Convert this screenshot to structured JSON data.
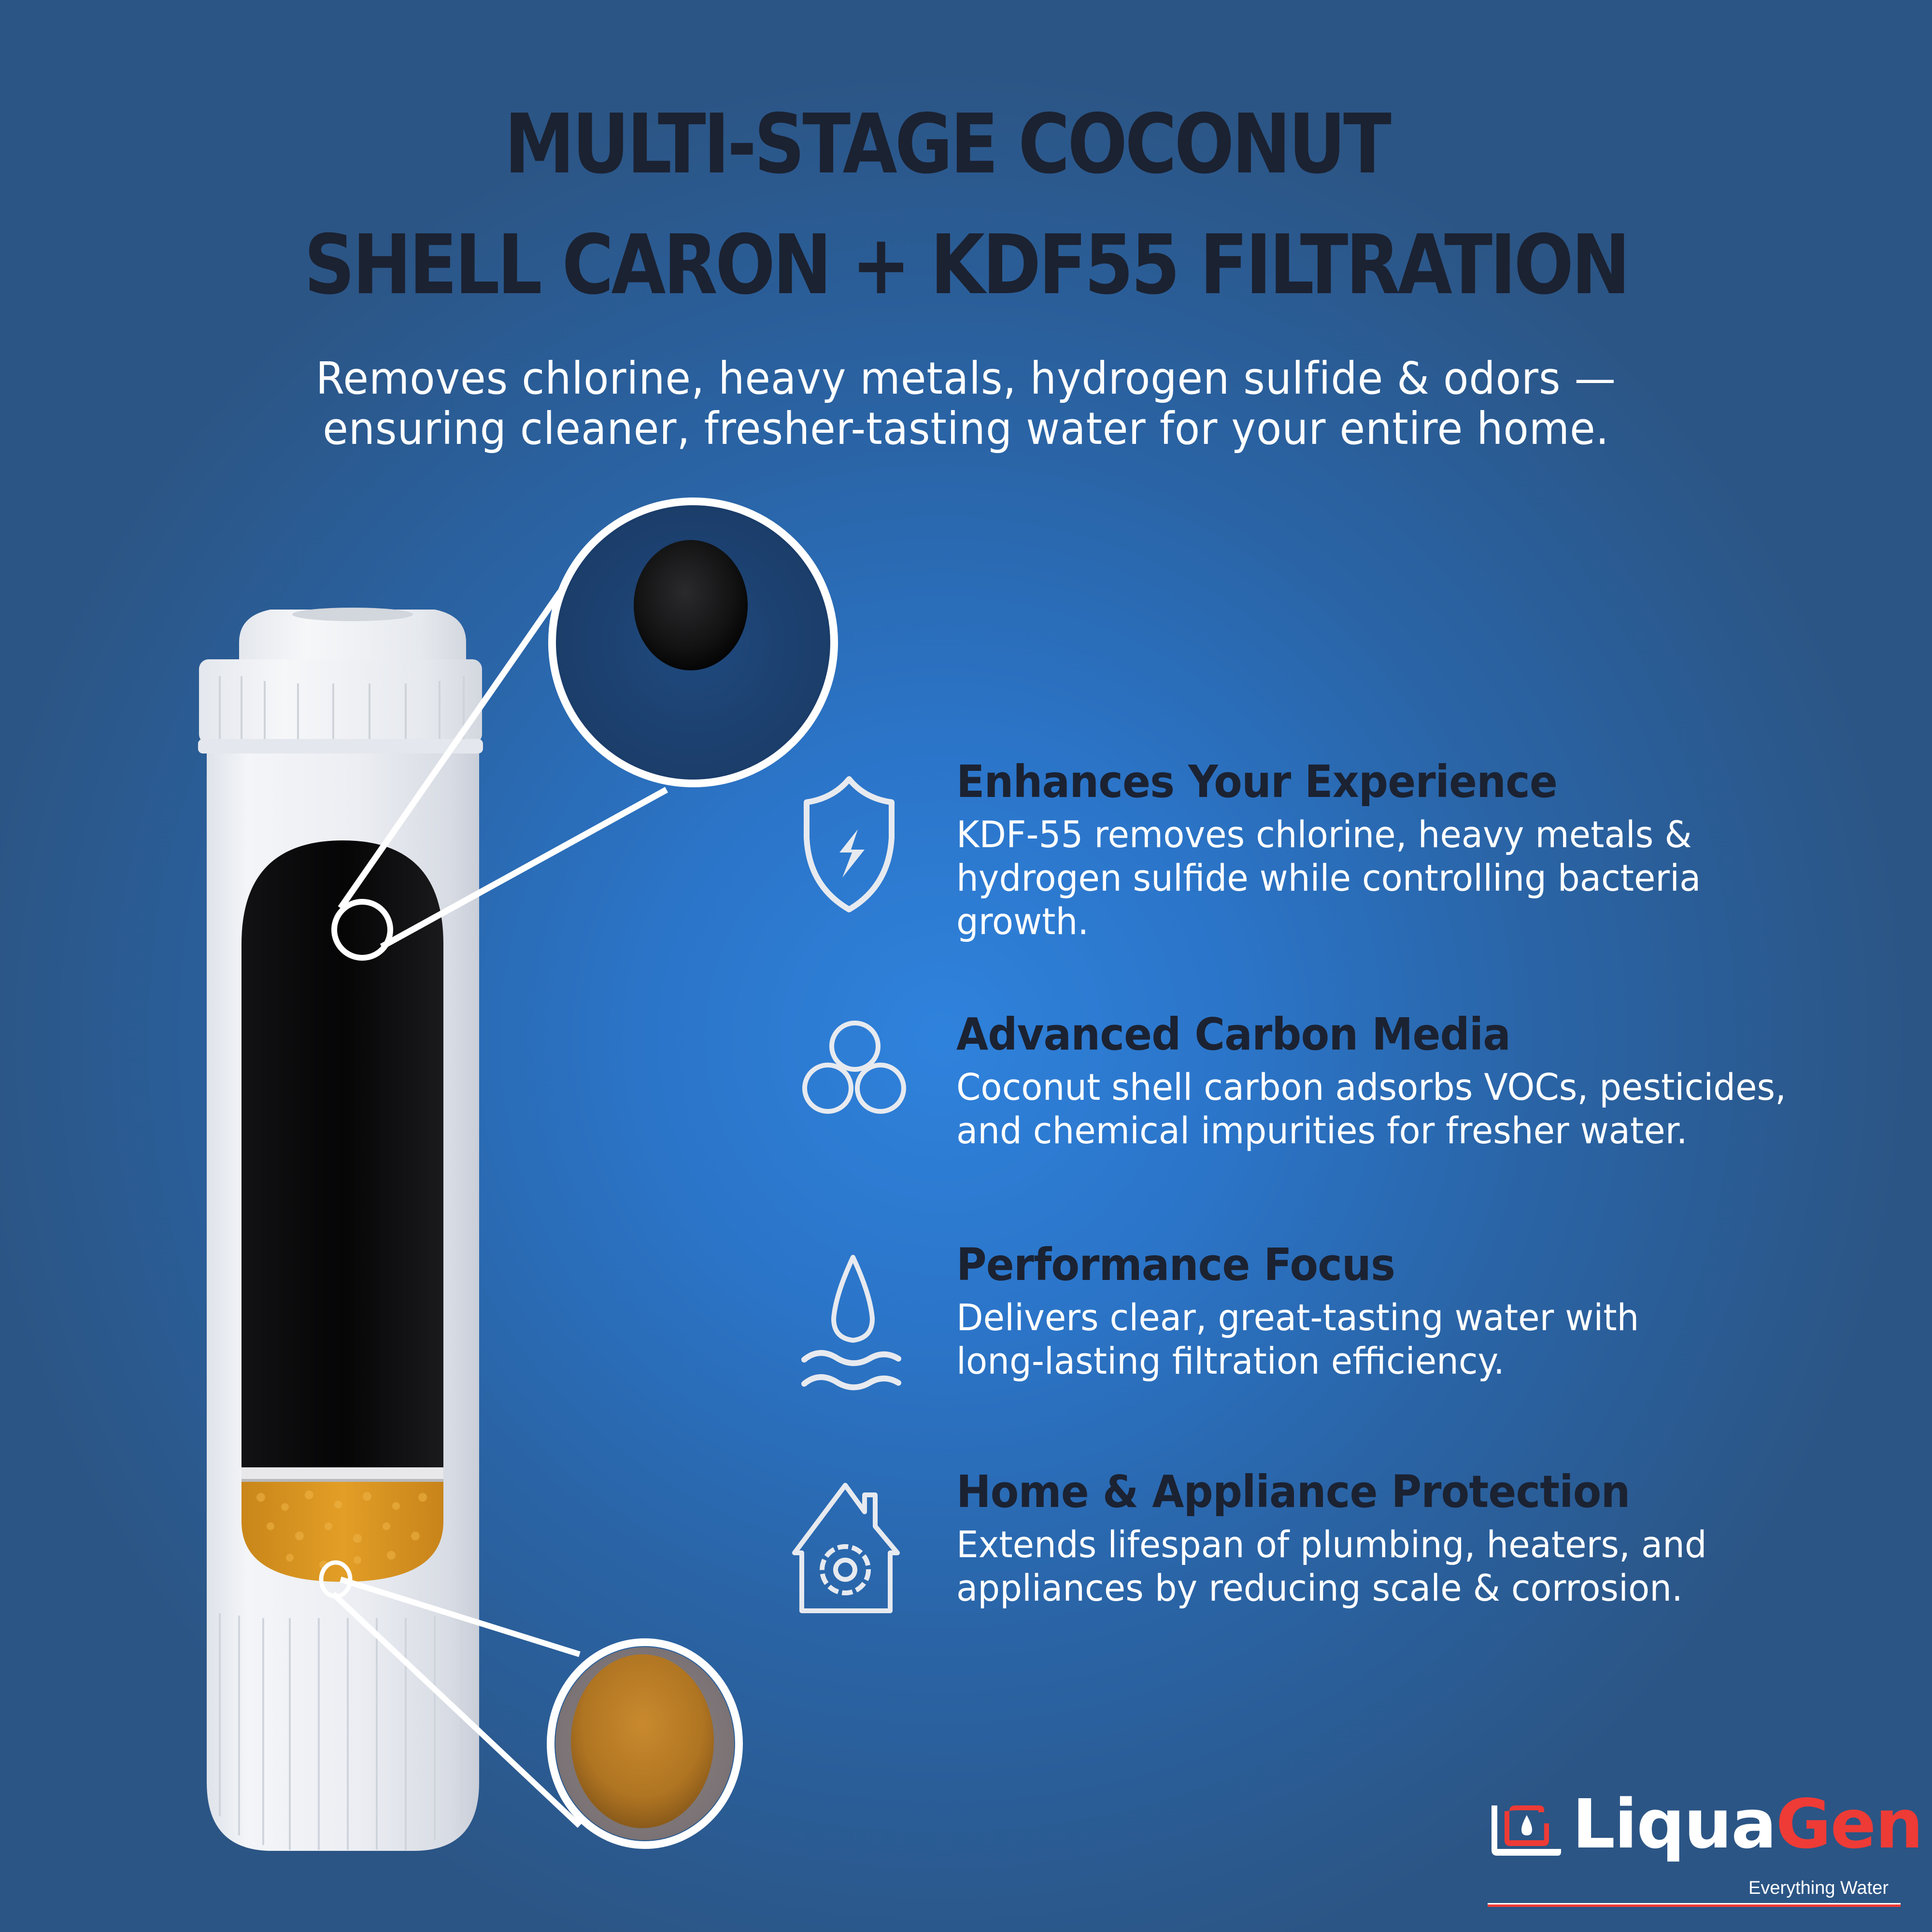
{
  "header": {
    "title_line_1": "MULTI-STAGE COCONUT",
    "title_line_2": "SHELL CARON + KDF55 FILTRATION",
    "subtitle_line_1": "Removes chlorine, heavy metals, hydrogen sulfide & odors —",
    "subtitle_line_2": "ensuring cleaner, fresher-tasting water for your entire home."
  },
  "product": {
    "name": "filter-cartridge",
    "stages": [
      {
        "label": "coconut-shell-carbon",
        "color": "#0e0e10",
        "icon": "carbon-granule-closeup"
      },
      {
        "label": "kdf55",
        "color": "#d9961f",
        "icon": "kdf-granule-closeup"
      }
    ]
  },
  "features": [
    {
      "icon": "shield-lightning-icon",
      "heading": "Enhances Your Experience",
      "desc_lines": [
        "KDF-55 removes chlorine, heavy metals &",
        "hydrogen sulfide while controlling bacteria",
        "growth."
      ]
    },
    {
      "icon": "three-circles-icon",
      "heading": "Advanced Carbon Media",
      "desc_lines": [
        "Coconut shell carbon adsorbs VOCs, pesticides,",
        "and chemical impurities for fresher water."
      ]
    },
    {
      "icon": "water-drop-waves-icon",
      "heading": "Performance Focus",
      "desc_lines": [
        "Delivers clear, great-tasting water with",
        "long-lasting filtration efficiency."
      ]
    },
    {
      "icon": "house-gear-icon",
      "heading": "Home & Appliance Protection",
      "desc_lines": [
        "Extends lifespan of plumbing, heaters, and",
        "appliances by reducing scale & corrosion."
      ]
    }
  ],
  "brand": {
    "name_part_1": "Liqua",
    "name_part_2": "Gen",
    "tagline": "Everything Water",
    "colors": {
      "primary": "#ee3b36",
      "secondary": "#ffffff"
    }
  },
  "colors": {
    "background_center": "#2f82dc",
    "background_edge": "#2b5585",
    "heading_text": "#1b2232",
    "body_text": "#ffffff"
  }
}
